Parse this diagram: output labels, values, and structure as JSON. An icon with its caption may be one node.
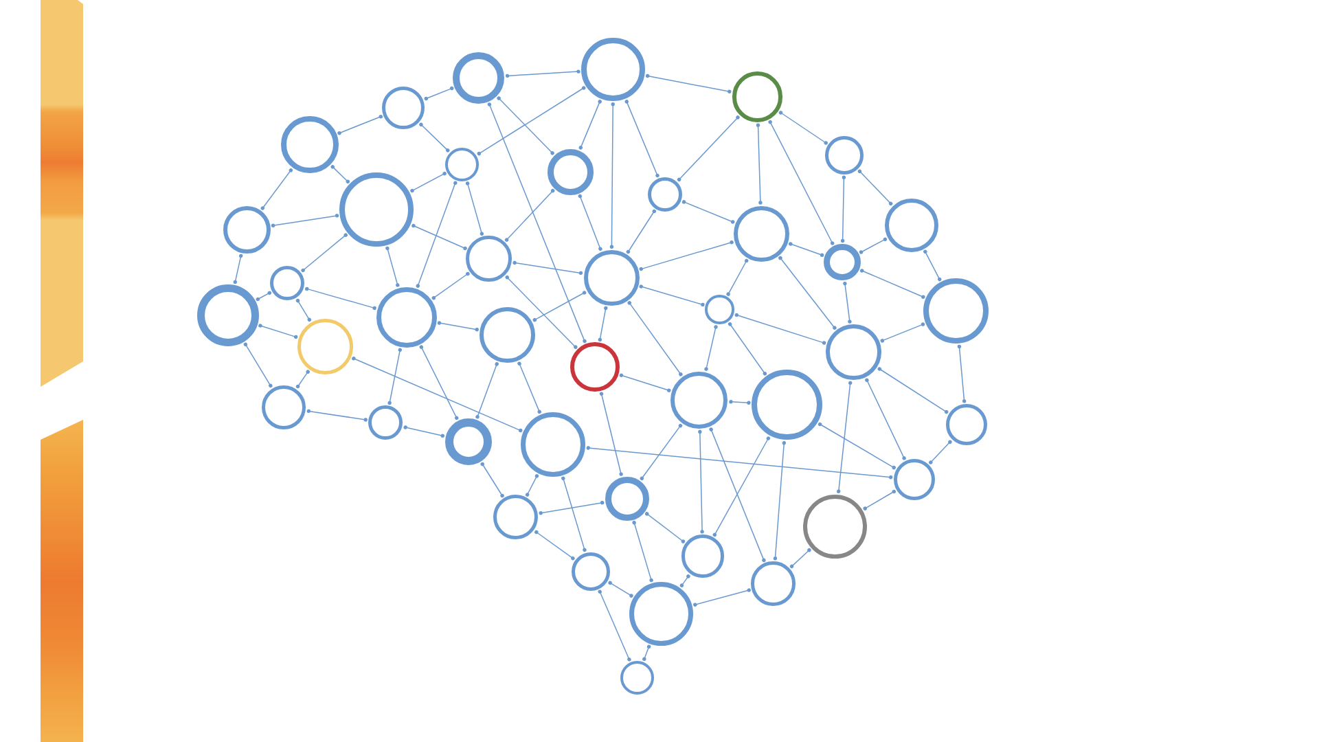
{
  "diagram": {
    "nodes": [
      {
        "text": [],
        "shape": "circle"
      },
      {
        "text": [],
        "shape": "circle"
      },
      {
        "text": [],
        "shape": "circle"
      },
      {
        "text": [],
        "shape": "circle"
      },
      {
        "text": [],
        "shape": "circle"
      },
      {
        "text": [],
        "shape": "circle"
      },
      {
        "text": [],
        "shape": "circle"
      },
      {
        "text": [],
        "shape": "circle"
      },
      {
        "text": [],
        "shape": "circle"
      },
      {
        "text": [],
        "shape": "circle"
      },
      {
        "text": [],
        "shape": "circle"
      },
      {
        "text": [],
        "shape": "circle"
      },
      {
        "text": [],
        "shape": "circle"
      },
      {
        "text": [],
        "shape": "circle"
      },
      {
        "text": [],
        "shape": "circle"
      },
      {
        "text": [],
        "shape": "circle"
      },
      {
        "text": [],
        "shape": "circle"
      },
      {
        "text": [],
        "shape": "circle"
      },
      {
        "text": [],
        "shape": "circle"
      },
      {
        "text": [],
        "shape": "circle"
      },
      {
        "text": [],
        "shape": "circle"
      },
      {
        "text": [],
        "shape": "circle"
      },
      {
        "text": [],
        "shape": "circle"
      },
      {
        "text": [],
        "shape": "circle"
      },
      {
        "text": [],
        "shape": "circle"
      },
      {
        "text": [],
        "shape": "circle"
      },
      {
        "text": [],
        "shape": "circle"
      },
      {
        "text": [],
        "shape": "circle"
      },
      {
        "text": [],
        "shape": "circle"
      },
      {
        "text": [],
        "shape": "circle"
      },
      {
        "text": [],
        "shape": "circle"
      },
      {
        "text": [],
        "shape": "circle"
      },
      {
        "text": [],
        "shape": "circle"
      },
      {
        "text": [],
        "shape": "circle"
      },
      {
        "text": [],
        "shape": "circle"
      },
      {
        "text": [],
        "shape": "circle"
      },
      {
        "text": [],
        "shape": "circle"
      },
      {
        "text": [],
        "shape": "circle"
      },
      {
        "text": [],
        "shape": "circle"
      },
      {
        "text": [],
        "shape": "circle"
      },
      {
        "text": [],
        "shape": "circle"
      }
    ],
    "edges": [
      {
        "from": 0,
        "to": 1,
        "arrow": "other"
      },
      {
        "from": 0,
        "to": 2,
        "arrow": "other"
      },
      {
        "from": 0,
        "to": 6,
        "arrow": "other"
      },
      {
        "from": 0,
        "to": 7,
        "arrow": "other"
      },
      {
        "from": 0,
        "to": 15,
        "arrow": "other"
      },
      {
        "from": 0,
        "to": 8,
        "arrow": "other"
      },
      {
        "from": 1,
        "to": 3,
        "arrow": "other"
      },
      {
        "from": 1,
        "to": 7,
        "arrow": "other"
      },
      {
        "from": 1,
        "to": 24,
        "arrow": "other"
      },
      {
        "from": 2,
        "to": 8,
        "arrow": "other"
      },
      {
        "from": 2,
        "to": 12,
        "arrow": "other"
      },
      {
        "from": 2,
        "to": 14,
        "arrow": "other"
      },
      {
        "from": 2,
        "to": 5,
        "arrow": "other"
      },
      {
        "from": 3,
        "to": 4,
        "arrow": "other"
      },
      {
        "from": 3,
        "to": 6,
        "arrow": "other"
      },
      {
        "from": 4,
        "to": 11,
        "arrow": "other"
      },
      {
        "from": 4,
        "to": 9,
        "arrow": "other"
      },
      {
        "from": 5,
        "to": 14,
        "arrow": "other"
      },
      {
        "from": 5,
        "to": 10,
        "arrow": "other"
      },
      {
        "from": 6,
        "to": 9,
        "arrow": "other"
      },
      {
        "from": 6,
        "to": 13,
        "arrow": "other"
      },
      {
        "from": 6,
        "to": 20,
        "arrow": "other"
      },
      {
        "from": 7,
        "to": 13,
        "arrow": "other"
      },
      {
        "from": 7,
        "to": 15,
        "arrow": "other"
      },
      {
        "from": 8,
        "to": 15,
        "arrow": "other"
      },
      {
        "from": 8,
        "to": 12,
        "arrow": "other"
      },
      {
        "from": 9,
        "to": 11,
        "arrow": "other"
      },
      {
        "from": 9,
        "to": 16,
        "arrow": "other"
      },
      {
        "from": 9,
        "to": 13,
        "arrow": "other"
      },
      {
        "from": 9,
        "to": 20,
        "arrow": "other"
      },
      {
        "from": 10,
        "to": 14,
        "arrow": "other"
      },
      {
        "from": 10,
        "to": 17,
        "arrow": "other"
      },
      {
        "from": 11,
        "to": 19,
        "arrow": "other"
      },
      {
        "from": 12,
        "to": 14,
        "arrow": "other"
      },
      {
        "from": 12,
        "to": 15,
        "arrow": "other"
      },
      {
        "from": 12,
        "to": 18,
        "arrow": "other"
      },
      {
        "from": 12,
        "to": 23,
        "arrow": "other"
      },
      {
        "from": 13,
        "to": 20,
        "arrow": "other"
      },
      {
        "from": 13,
        "to": 15,
        "arrow": "other"
      },
      {
        "from": 13,
        "to": 24,
        "arrow": "other"
      },
      {
        "from": 14,
        "to": 17,
        "arrow": "other"
      },
      {
        "from": 14,
        "to": 23,
        "arrow": "other"
      },
      {
        "from": 15,
        "to": 22,
        "arrow": "other"
      },
      {
        "from": 15,
        "to": 24,
        "arrow": "other"
      },
      {
        "from": 15,
        "to": 18,
        "arrow": "other"
      },
      {
        "from": 15,
        "to": 25,
        "arrow": "other"
      },
      {
        "from": 16,
        "to": 19,
        "arrow": "other"
      },
      {
        "from": 16,
        "to": 20,
        "arrow": "other"
      },
      {
        "from": 16,
        "to": 21,
        "arrow": "other"
      },
      {
        "from": 17,
        "to": 23,
        "arrow": "other"
      },
      {
        "from": 17,
        "to": 29,
        "arrow": "other"
      },
      {
        "from": 18,
        "to": 25,
        "arrow": "other"
      },
      {
        "from": 18,
        "to": 26,
        "arrow": "other"
      },
      {
        "from": 18,
        "to": 23,
        "arrow": "other"
      },
      {
        "from": 19,
        "to": 21,
        "arrow": "other"
      },
      {
        "from": 19,
        "to": 27,
        "arrow": "other"
      },
      {
        "from": 20,
        "to": 22,
        "arrow": "other"
      },
      {
        "from": 20,
        "to": 28,
        "arrow": "other"
      },
      {
        "from": 20,
        "to": 30,
        "arrow": "other"
      },
      {
        "from": 21,
        "to": 27,
        "arrow": "other"
      },
      {
        "from": 21,
        "to": 31,
        "arrow": "other"
      },
      {
        "from": 22,
        "to": 30,
        "arrow": "other"
      },
      {
        "from": 22,
        "to": 31,
        "arrow": "other"
      },
      {
        "from": 23,
        "to": 29,
        "arrow": "other"
      },
      {
        "from": 23,
        "to": 32,
        "arrow": "other"
      },
      {
        "from": 23,
        "to": 35,
        "arrow": "other"
      },
      {
        "from": 24,
        "to": 25,
        "arrow": "other"
      },
      {
        "from": 24,
        "to": 33,
        "arrow": "other"
      },
      {
        "from": 25,
        "to": 26,
        "arrow": "other"
      },
      {
        "from": 25,
        "to": 33,
        "arrow": "other"
      },
      {
        "from": 25,
        "to": 36,
        "arrow": "other"
      },
      {
        "from": 25,
        "to": 38,
        "arrow": "other"
      },
      {
        "from": 26,
        "to": 32,
        "arrow": "other"
      },
      {
        "from": 26,
        "to": 36,
        "arrow": "other"
      },
      {
        "from": 26,
        "to": 38,
        "arrow": "other"
      },
      {
        "from": 27,
        "to": 28,
        "arrow": "other"
      },
      {
        "from": 28,
        "to": 30,
        "arrow": "other"
      },
      {
        "from": 29,
        "to": 32,
        "arrow": "other"
      },
      {
        "from": 30,
        "to": 34,
        "arrow": "other"
      },
      {
        "from": 31,
        "to": 32,
        "arrow": "other"
      },
      {
        "from": 31,
        "to": 34,
        "arrow": "other"
      },
      {
        "from": 31,
        "to": 37,
        "arrow": "other"
      },
      {
        "from": 32,
        "to": 35,
        "arrow": "other"
      },
      {
        "from": 33,
        "to": 34,
        "arrow": "other"
      },
      {
        "from": 33,
        "to": 36,
        "arrow": "other"
      },
      {
        "from": 33,
        "to": 39,
        "arrow": "other"
      },
      {
        "from": 34,
        "to": 37,
        "arrow": "other"
      },
      {
        "from": 35,
        "to": 38,
        "arrow": "other"
      },
      {
        "from": 36,
        "to": 39,
        "arrow": "other"
      },
      {
        "from": 37,
        "to": 39,
        "arrow": "other"
      },
      {
        "from": 37,
        "to": 40,
        "arrow": "other"
      },
      {
        "from": 38,
        "to": 39,
        "arrow": "other"
      },
      {
        "from": 39,
        "to": 40,
        "arrow": "other"
      }
    ]
  }
}
